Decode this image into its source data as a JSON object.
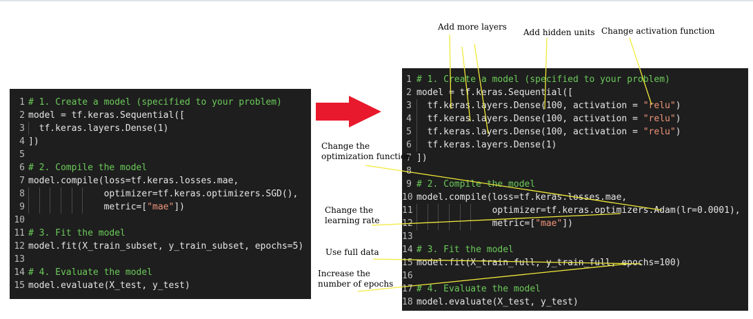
{
  "left_code": [
    {
      "n": "1",
      "parts": [
        {
          "t": "# 1. Create a model (specified to your problem)",
          "c": "comment"
        }
      ]
    },
    {
      "n": "2",
      "parts": [
        {
          "t": "model = tf.keras.Sequential([",
          "c": ""
        }
      ]
    },
    {
      "n": "3",
      "parts": [
        {
          "t": "  tf.keras.layers.Dense(1)",
          "c": ""
        }
      ],
      "guides": 1
    },
    {
      "n": "4",
      "parts": [
        {
          "t": "])",
          "c": ""
        }
      ]
    },
    {
      "n": "5",
      "parts": []
    },
    {
      "n": "6",
      "parts": [
        {
          "t": "# 2. Compile the model",
          "c": "comment"
        }
      ]
    },
    {
      "n": "7",
      "parts": [
        {
          "t": "model.compile(loss=tf.keras.losses.mae,",
          "c": ""
        }
      ]
    },
    {
      "n": "8",
      "parts": [
        {
          "t": "              optimizer=tf.keras.optimizers.SGD(),",
          "c": ""
        }
      ],
      "guides": 6
    },
    {
      "n": "9",
      "parts": [
        {
          "t": "              metric=[",
          "c": ""
        },
        {
          "t": "\"mae\"",
          "c": "str"
        },
        {
          "t": "])",
          "c": ""
        }
      ],
      "guides": 6
    },
    {
      "n": "10",
      "parts": []
    },
    {
      "n": "11",
      "parts": [
        {
          "t": "# 3. Fit the model",
          "c": "comment"
        }
      ]
    },
    {
      "n": "12",
      "parts": [
        {
          "t": "model.fit(X_train_subset, y_train_subset, epochs=5)",
          "c": ""
        }
      ]
    },
    {
      "n": "13",
      "parts": []
    },
    {
      "n": "14",
      "parts": [
        {
          "t": "# 4. Evaluate the model",
          "c": "comment"
        }
      ]
    },
    {
      "n": "15",
      "parts": [
        {
          "t": "model.evaluate(X_test, y_test)",
          "c": ""
        }
      ]
    }
  ],
  "right_code": [
    {
      "n": "1",
      "parts": [
        {
          "t": "# 1. Create a model (specified to your problem)",
          "c": "comment"
        }
      ]
    },
    {
      "n": "2",
      "parts": [
        {
          "t": "model = tf.keras.Sequential([",
          "c": ""
        }
      ]
    },
    {
      "n": "3",
      "parts": [
        {
          "t": "  tf.keras.layers.Dense(100, activation = ",
          "c": ""
        },
        {
          "t": "\"relu\"",
          "c": "str"
        },
        {
          "t": ")",
          "c": ""
        }
      ],
      "guides": 1
    },
    {
      "n": "4",
      "parts": [
        {
          "t": "  tf.keras.layers.Dense(100, activation = ",
          "c": ""
        },
        {
          "t": "\"relu\"",
          "c": "str"
        },
        {
          "t": ")",
          "c": ""
        }
      ],
      "guides": 1
    },
    {
      "n": "5",
      "parts": [
        {
          "t": "  tf.keras.layers.Dense(100, activation = ",
          "c": ""
        },
        {
          "t": "\"relu\"",
          "c": "str"
        },
        {
          "t": ")",
          "c": ""
        }
      ],
      "guides": 1
    },
    {
      "n": "6",
      "parts": [
        {
          "t": "  tf.keras.layers.Dense(1)",
          "c": ""
        }
      ],
      "guides": 1
    },
    {
      "n": "7",
      "parts": [
        {
          "t": "])",
          "c": ""
        }
      ]
    },
    {
      "n": "8",
      "parts": []
    },
    {
      "n": "9",
      "parts": [
        {
          "t": "# 2. Compile the model",
          "c": "comment"
        }
      ]
    },
    {
      "n": "10",
      "parts": [
        {
          "t": "model.compile(loss=tf.keras.losses.mae,",
          "c": ""
        }
      ]
    },
    {
      "n": "11",
      "parts": [
        {
          "t": "              optimizer=tf.keras.optimizers.Adam(lr=0.0001),",
          "c": ""
        }
      ],
      "guides": 6
    },
    {
      "n": "12",
      "parts": [
        {
          "t": "              metric=[",
          "c": ""
        },
        {
          "t": "\"mae\"",
          "c": "str"
        },
        {
          "t": "])",
          "c": ""
        }
      ],
      "guides": 6
    },
    {
      "n": "13",
      "parts": []
    },
    {
      "n": "14",
      "parts": [
        {
          "t": "# 3. Fit the model",
          "c": "comment"
        }
      ]
    },
    {
      "n": "15",
      "parts": [
        {
          "t": "model.fit(X_train_full, y_train_full, epochs=100)",
          "c": ""
        }
      ]
    },
    {
      "n": "16",
      "parts": []
    },
    {
      "n": "17",
      "parts": [
        {
          "t": "# 4. Evaluate the model",
          "c": "comment"
        }
      ]
    },
    {
      "n": "18",
      "parts": [
        {
          "t": "model.evaluate(X_test, y_test)",
          "c": ""
        }
      ]
    }
  ],
  "annotations": {
    "add_layers": "Add more layers",
    "add_units": "Add hidden units",
    "change_activation": "Change activation function",
    "change_optimizer_l1": "Change the",
    "change_optimizer_l2": "optimization function",
    "change_lr_l1": "Change the",
    "change_lr_l2": "learning rate",
    "full_data": "Use full data",
    "epochs_l1": "Increase the",
    "epochs_l2": "number of epochs"
  },
  "colors": {
    "panel_bg": "#1e1e1e",
    "comment": "#6ccb5a",
    "string": "#f0957a",
    "arrow": "#e8192c",
    "leader_line": "#f2ea3a"
  }
}
